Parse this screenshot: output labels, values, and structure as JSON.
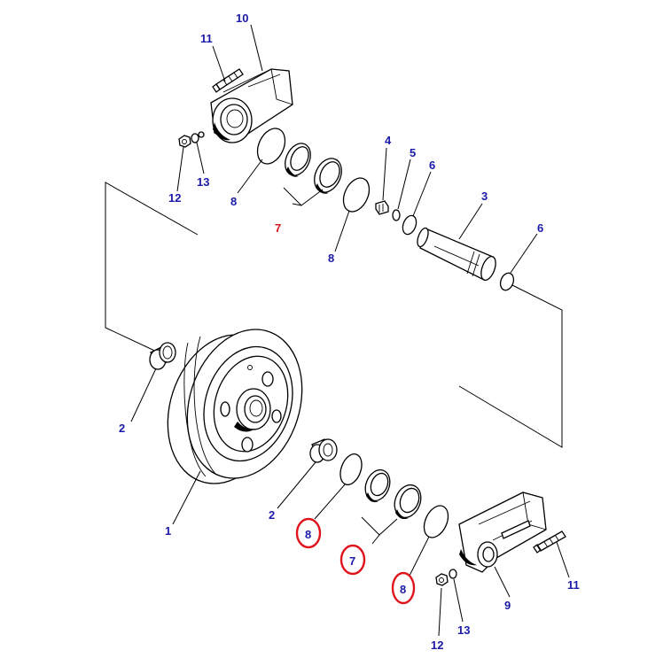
{
  "colors": {
    "label": "#1a1aa8",
    "label_red": "#d4141c",
    "highlight": "#e0141c",
    "line": "#000000"
  },
  "labels": {
    "p1": "1",
    "p2_left": "2",
    "p2_right": "2",
    "p3": "3",
    "p4": "4",
    "p5": "5",
    "p6_upper": "6",
    "p6_right": "6",
    "p7_upper": "7",
    "p7_lower": "7",
    "p8_upper_left": "8",
    "p8_upper_right": "8",
    "p8_lower_left": "8",
    "p8_lower_right": "8",
    "p9": "9",
    "p10": "10",
    "p11_upper": "11",
    "p11_lower": "11",
    "p12_upper": "12",
    "p12_lower": "12",
    "p13_upper": "13",
    "p13_lower": "13"
  },
  "highlighted": [
    "p8_lower_left",
    "p7_lower",
    "p8_lower_right"
  ]
}
